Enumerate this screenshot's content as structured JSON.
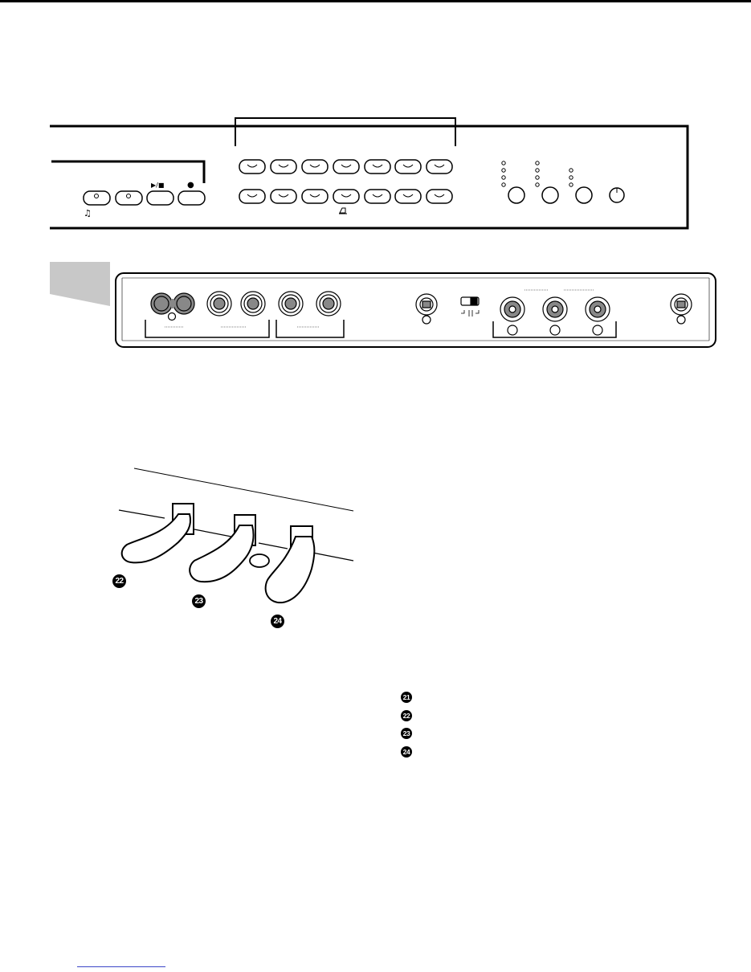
{
  "legend": {
    "items": [
      {
        "number": "21"
      },
      {
        "number": "22"
      },
      {
        "number": "23"
      },
      {
        "number": "24"
      }
    ]
  },
  "pedals": {
    "callouts": [
      "22",
      "23",
      "24"
    ]
  },
  "icons": {
    "song_note": "♫",
    "play_stop": "▶/■",
    "record": "●"
  }
}
